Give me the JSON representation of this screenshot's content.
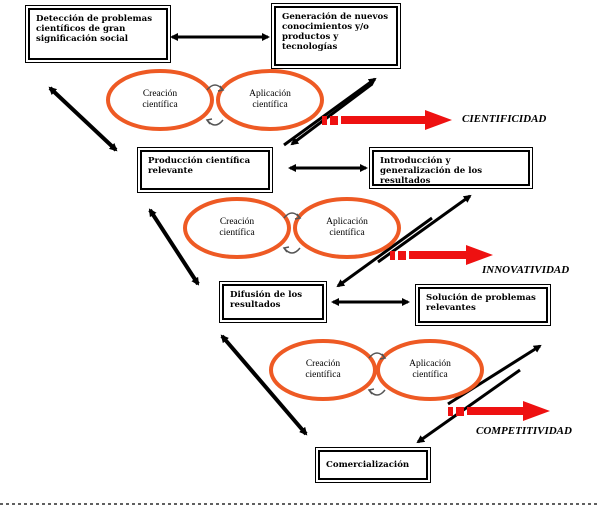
{
  "boxes": {
    "deteccion": "Detección de problemas científicos de gran significación social",
    "generacion": "Generación de nuevos conocimientos y/o productos y tecnologías",
    "produccion": "Producción científica relevante",
    "introduccion": "Introducción y generalización de los resultados",
    "difusion": "Difusión de los resultados",
    "solucion": "Solución de problemas relevantes",
    "comercializacion": "Comercialización"
  },
  "cycles": [
    {
      "left": "Creación científica",
      "right": "Aplicación científica"
    },
    {
      "left": "Creación científica",
      "right": "Aplicación científica"
    },
    {
      "left": "Creación científica",
      "right": "Aplicación científica"
    }
  ],
  "outcomes": {
    "cientificidad": "CIENTIFICIDAD",
    "innovatividad": "INNOVATIVIDAD",
    "competitividad": "COMPETITIVIDAD"
  },
  "colors": {
    "oval": "#ee5a24",
    "arrow_red": "#ee1111",
    "arrow_black": "#000000"
  },
  "icons": {
    "cycle": "curved-arrow-icon"
  }
}
